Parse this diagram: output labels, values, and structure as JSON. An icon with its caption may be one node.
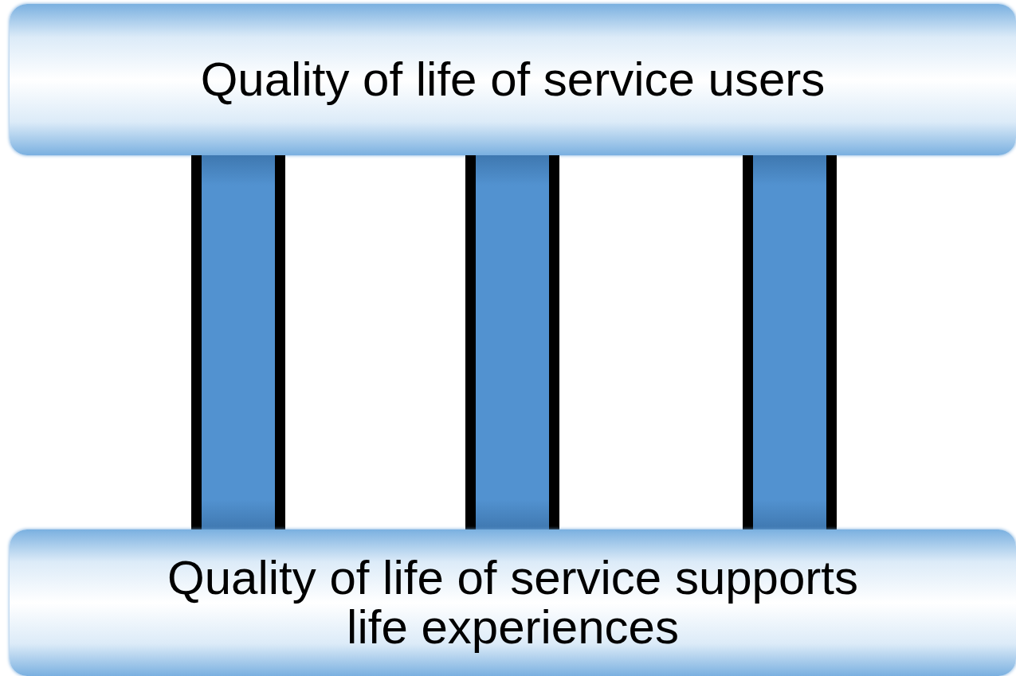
{
  "diagram": {
    "nodes": [
      {
        "text": [
          "Quality of life of service users"
        ]
      },
      {
        "text": [],
        "shape": "bar"
      },
      {
        "text": [],
        "shape": "bar"
      },
      {
        "text": [],
        "shape": "bar"
      },
      {
        "text": [
          "Quality of life of service supports life experiences"
        ]
      }
    ]
  }
}
